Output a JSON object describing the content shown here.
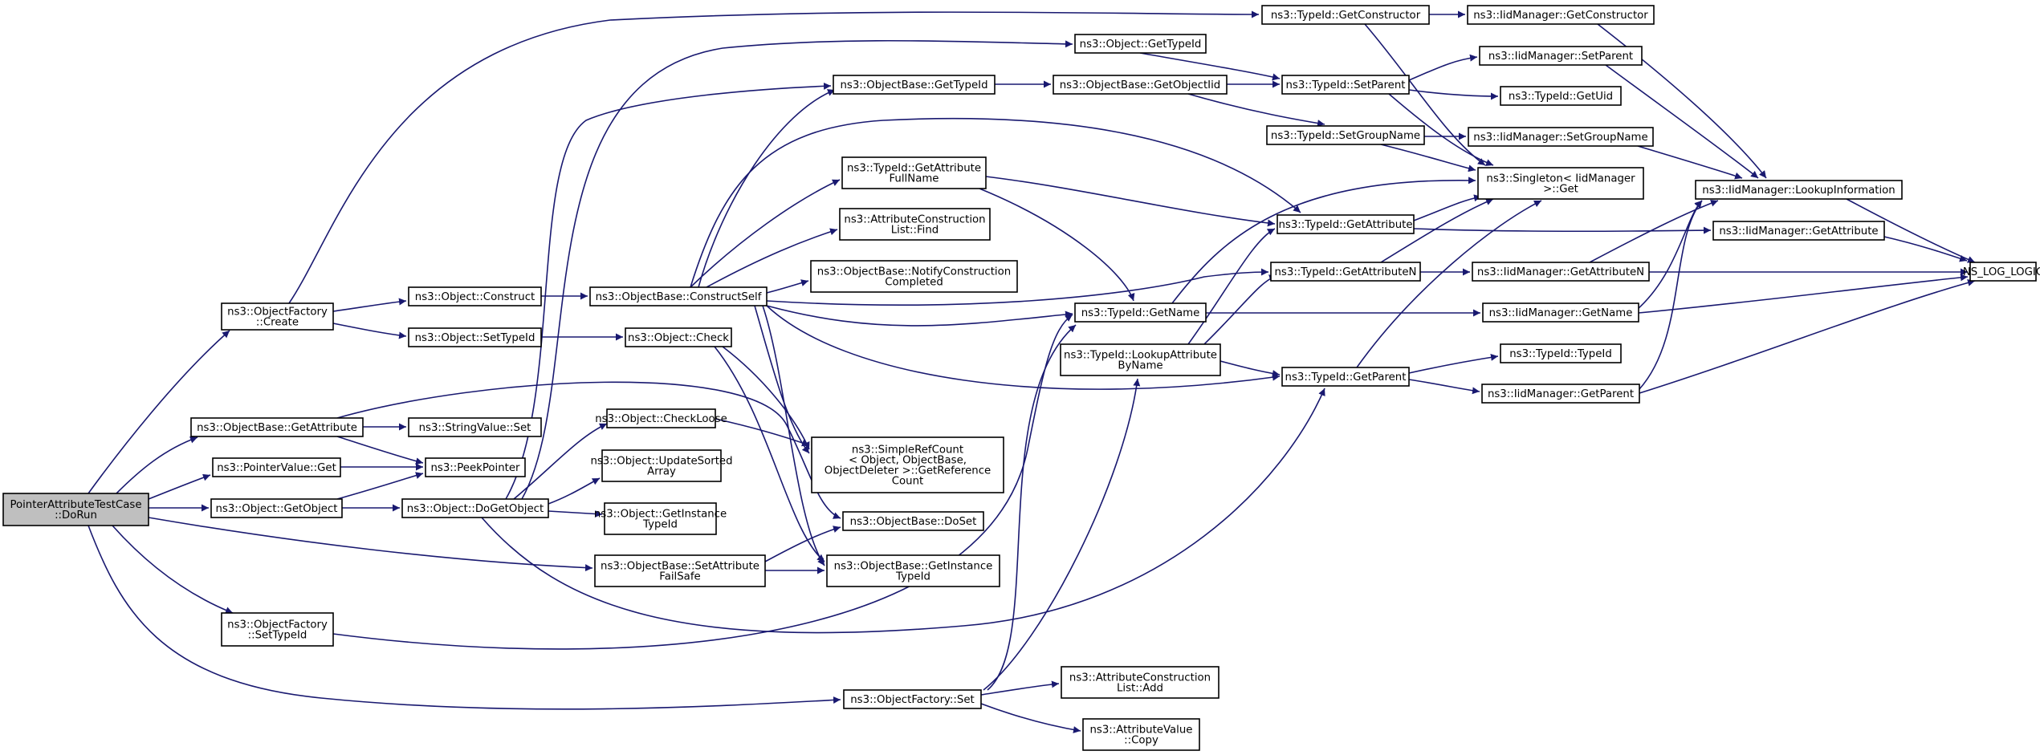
{
  "diagram": {
    "colors": {
      "edge": "#191970",
      "node_border": "#000000",
      "node_fill": "#ffffff",
      "root_fill": "#bfbfbf",
      "background": "#ffffff"
    },
    "nodes": [
      {
        "id": "root",
        "lines": [
          "PointerAttributeTestCase",
          "::DoRun"
        ],
        "root": true
      },
      {
        "id": "of_create",
        "lines": [
          "ns3::ObjectFactory",
          "::Create"
        ]
      },
      {
        "id": "ob_getattr",
        "lines": [
          "ns3::ObjectBase::GetAttribute"
        ]
      },
      {
        "id": "pv_get",
        "lines": [
          "ns3::PointerValue::Get"
        ]
      },
      {
        "id": "obj_getobject",
        "lines": [
          "ns3::Object::GetObject"
        ]
      },
      {
        "id": "of_settypeid",
        "lines": [
          "ns3::ObjectFactory",
          "::SetTypeId"
        ]
      },
      {
        "id": "obj_construct",
        "lines": [
          "ns3::Object::Construct"
        ]
      },
      {
        "id": "obj_settypeid",
        "lines": [
          "ns3::Object::SetTypeId"
        ]
      },
      {
        "id": "sv_set",
        "lines": [
          "ns3::StringValue::Set"
        ]
      },
      {
        "id": "peek",
        "lines": [
          "ns3::PeekPointer"
        ]
      },
      {
        "id": "obj_dogetobject",
        "lines": [
          "ns3::Object::DoGetObject"
        ]
      },
      {
        "id": "ob_constructself",
        "lines": [
          "ns3::ObjectBase::ConstructSelf"
        ]
      },
      {
        "id": "obj_check",
        "lines": [
          "ns3::Object::Check"
        ]
      },
      {
        "id": "obj_checkloose",
        "lines": [
          "ns3::Object::CheckLoose"
        ]
      },
      {
        "id": "obj_updatesorted",
        "lines": [
          "ns3::Object::UpdateSorted",
          "Array"
        ]
      },
      {
        "id": "obj_getinstance",
        "lines": [
          "ns3::Object::GetInstance",
          "TypeId"
        ]
      },
      {
        "id": "ob_setattrfs",
        "lines": [
          "ns3::ObjectBase::SetAttribute",
          "FailSafe"
        ]
      },
      {
        "id": "of_set",
        "lines": [
          "ns3::ObjectFactory::Set"
        ]
      },
      {
        "id": "ob_gettypeid",
        "lines": [
          "ns3::ObjectBase::GetTypeId"
        ]
      },
      {
        "id": "tid_getattrfull",
        "lines": [
          "ns3::TypeId::GetAttribute",
          "FullName"
        ]
      },
      {
        "id": "acl_find",
        "lines": [
          "ns3::AttributeConstruction",
          "List::Find"
        ]
      },
      {
        "id": "ob_notify",
        "lines": [
          "ns3::ObjectBase::NotifyConstruction",
          "Completed"
        ]
      },
      {
        "id": "src_getref",
        "lines": [
          "ns3::SimpleRefCount",
          "< Object, ObjectBase,",
          "ObjectDeleter >::GetReference",
          "Count"
        ]
      },
      {
        "id": "ob_doset",
        "lines": [
          "ns3::ObjectBase::DoSet"
        ]
      },
      {
        "id": "ob_getinstance",
        "lines": [
          "ns3::ObjectBase::GetInstance",
          "TypeId"
        ]
      },
      {
        "id": "acl_add",
        "lines": [
          "ns3::AttributeConstruction",
          "List::Add"
        ]
      },
      {
        "id": "av_copy",
        "lines": [
          "ns3::AttributeValue",
          "::Copy"
        ]
      },
      {
        "id": "obj_gettypeid",
        "lines": [
          "ns3::Object::GetTypeId"
        ]
      },
      {
        "id": "ob_getobjectiid",
        "lines": [
          "ns3::ObjectBase::GetObjectIid"
        ]
      },
      {
        "id": "tid_getname",
        "lines": [
          "ns3::TypeId::GetName"
        ]
      },
      {
        "id": "tid_lookup",
        "lines": [
          "ns3::TypeId::LookupAttribute",
          "ByName"
        ]
      },
      {
        "id": "tid_getconstructor",
        "lines": [
          "ns3::TypeId::GetConstructor"
        ]
      },
      {
        "id": "tid_setparent",
        "lines": [
          "ns3::TypeId::SetParent"
        ]
      },
      {
        "id": "tid_setgroupname",
        "lines": [
          "ns3::TypeId::SetGroupName"
        ]
      },
      {
        "id": "tid_getattribute",
        "lines": [
          "ns3::TypeId::GetAttribute"
        ]
      },
      {
        "id": "tid_getattributen",
        "lines": [
          "ns3::TypeId::GetAttributeN"
        ]
      },
      {
        "id": "tid_getparent",
        "lines": [
          "ns3::TypeId::GetParent"
        ]
      },
      {
        "id": "iid_getconstructor",
        "lines": [
          "ns3::IidManager::GetConstructor"
        ]
      },
      {
        "id": "iid_setparent",
        "lines": [
          "ns3::IidManager::SetParent"
        ]
      },
      {
        "id": "tid_getuid",
        "lines": [
          "ns3::TypeId::GetUid"
        ]
      },
      {
        "id": "iid_setgroupname",
        "lines": [
          "ns3::IidManager::SetGroupName"
        ]
      },
      {
        "id": "singleton_get",
        "lines": [
          "ns3::Singleton< IidManager",
          ">::Get"
        ]
      },
      {
        "id": "iid_getattributen",
        "lines": [
          "ns3::IidManager::GetAttributeN"
        ]
      },
      {
        "id": "iid_getname",
        "lines": [
          "ns3::IidManager::GetName"
        ]
      },
      {
        "id": "tid_typeid",
        "lines": [
          "ns3::TypeId::TypeId"
        ]
      },
      {
        "id": "iid_getparent",
        "lines": [
          "ns3::IidManager::GetParent"
        ]
      },
      {
        "id": "iid_lookupinfo",
        "lines": [
          "ns3::IidManager::LookupInformation"
        ]
      },
      {
        "id": "iid_getattribute",
        "lines": [
          "ns3::IidManager::GetAttribute"
        ]
      },
      {
        "id": "ns_log_logic",
        "lines": [
          "NS_LOG_LOGIC"
        ]
      }
    ]
  }
}
